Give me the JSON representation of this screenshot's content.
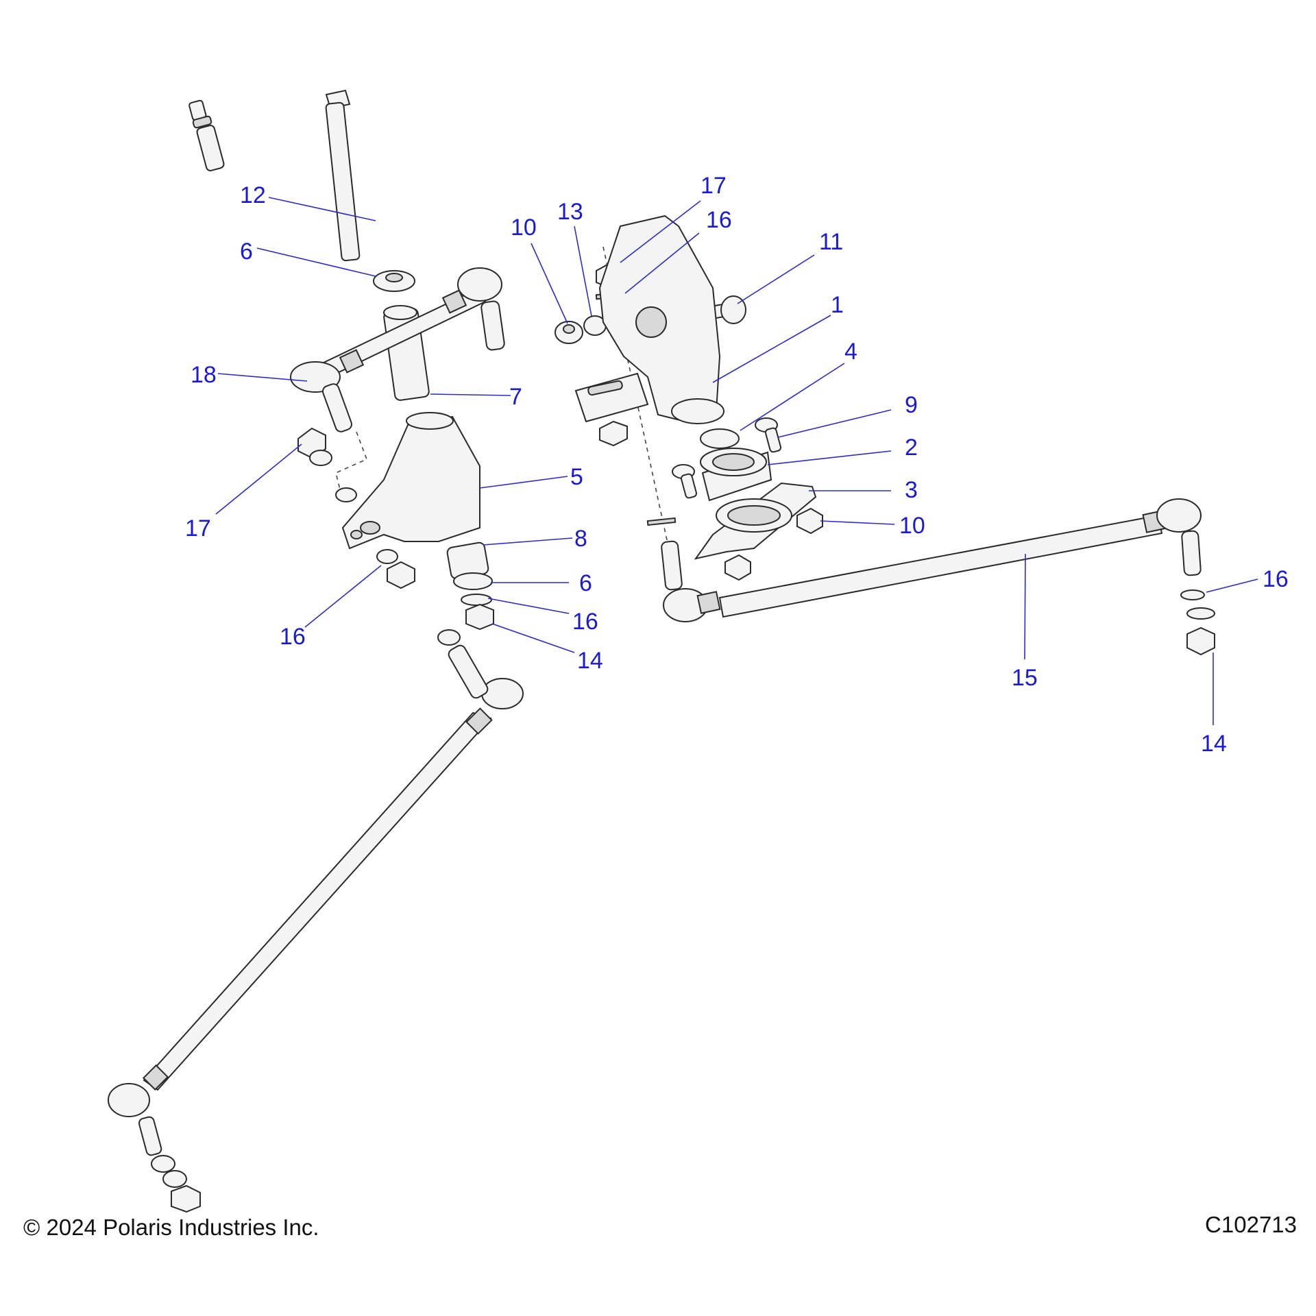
{
  "callouts": [
    {
      "id": "c-12",
      "label": "12"
    },
    {
      "id": "c-6a",
      "label": "6"
    },
    {
      "id": "c-18",
      "label": "18"
    },
    {
      "id": "c-7",
      "label": "7"
    },
    {
      "id": "c-17a",
      "label": "17"
    },
    {
      "id": "c-5",
      "label": "5"
    },
    {
      "id": "c-8",
      "label": "8"
    },
    {
      "id": "c-6b",
      "label": "6"
    },
    {
      "id": "c-16a",
      "label": "16"
    },
    {
      "id": "c-16b",
      "label": "16"
    },
    {
      "id": "c-14a",
      "label": "14"
    },
    {
      "id": "c-10a",
      "label": "10"
    },
    {
      "id": "c-13",
      "label": "13"
    },
    {
      "id": "c-17b",
      "label": "17"
    },
    {
      "id": "c-16c",
      "label": "16"
    },
    {
      "id": "c-11",
      "label": "11"
    },
    {
      "id": "c-1",
      "label": "1"
    },
    {
      "id": "c-4",
      "label": "4"
    },
    {
      "id": "c-9",
      "label": "9"
    },
    {
      "id": "c-2",
      "label": "2"
    },
    {
      "id": "c-3",
      "label": "3"
    },
    {
      "id": "c-10b",
      "label": "10"
    },
    {
      "id": "c-16d",
      "label": "16"
    },
    {
      "id": "c-15",
      "label": "15"
    },
    {
      "id": "c-14b",
      "label": "14"
    }
  ],
  "footer": {
    "copyright": "© 2024 Polaris Industries Inc.",
    "figure_id": "C102713"
  },
  "colors": {
    "callout": "#1a1ad6",
    "line": "#2a2a2a",
    "part_fill": "#f4f4f4"
  }
}
